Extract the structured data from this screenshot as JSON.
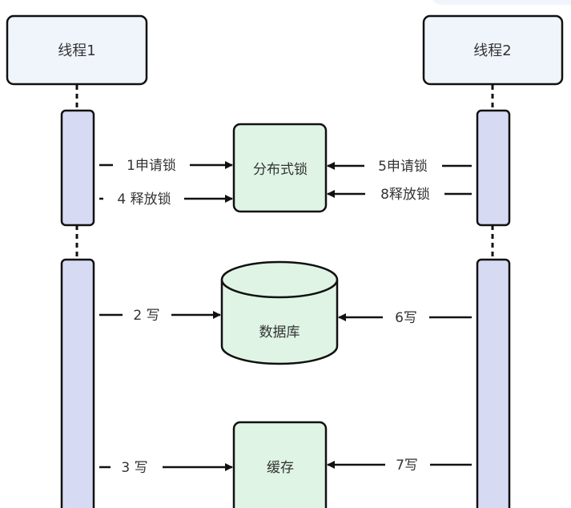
{
  "colors": {
    "thread_fill": "#f0f5fc",
    "activation_fill": "#d6daf3",
    "resource_fill": "#dff4e5",
    "stroke": "#111111",
    "text": "#333333",
    "corner_decoration": "#f1f5fb"
  },
  "participants": [
    {
      "id": "thread1",
      "label": "线程1"
    },
    {
      "id": "thread2",
      "label": "线程2"
    }
  ],
  "resources": [
    {
      "id": "dist_lock",
      "label": "分布式锁",
      "shape": "rounded-rect"
    },
    {
      "id": "database",
      "label": "数据库",
      "shape": "cylinder"
    },
    {
      "id": "cache",
      "label": "缓存",
      "shape": "rounded-rect"
    }
  ],
  "messages": [
    {
      "step": 1,
      "label": "1申请锁",
      "from": "线程1",
      "to": "分布式锁"
    },
    {
      "step": 4,
      "label": "4 释放锁",
      "from": "线程1",
      "to": "分布式锁"
    },
    {
      "step": 5,
      "label": "5申请锁",
      "from": "线程2",
      "to": "分布式锁"
    },
    {
      "step": 8,
      "label": "8释放锁",
      "from": "线程2",
      "to": "分布式锁"
    },
    {
      "step": 2,
      "label": "2 写",
      "from": "线程1",
      "to": "数据库"
    },
    {
      "step": 6,
      "label": "6写",
      "from": "线程2",
      "to": "数据库"
    },
    {
      "step": 3,
      "label": "3 写",
      "from": "线程1",
      "to": "缓存"
    },
    {
      "step": 7,
      "label": "7写",
      "from": "线程2",
      "to": "缓存"
    }
  ]
}
